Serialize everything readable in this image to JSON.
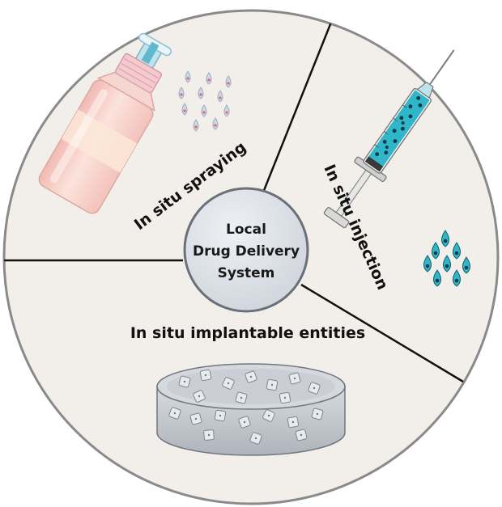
{
  "center": {
    "line1": "Local",
    "line2": "Drug Delivery",
    "line3": "System"
  },
  "sections": {
    "spraying": "In situ spraying",
    "injection": "In situ injection",
    "implant": "In situ implantable entities"
  },
  "colors": {
    "background": "#f2efea",
    "outline": "#8a8a8a",
    "divider": "#111111",
    "center_fill": "#dfe3e8",
    "center_outline": "#6a7078",
    "bottle": "#f6c9c3",
    "spray_head": "#bfe3ec",
    "droplet_spray": "#cfd9e6",
    "liquid": "#2fb7c9",
    "implant": "#c9cdd2"
  }
}
